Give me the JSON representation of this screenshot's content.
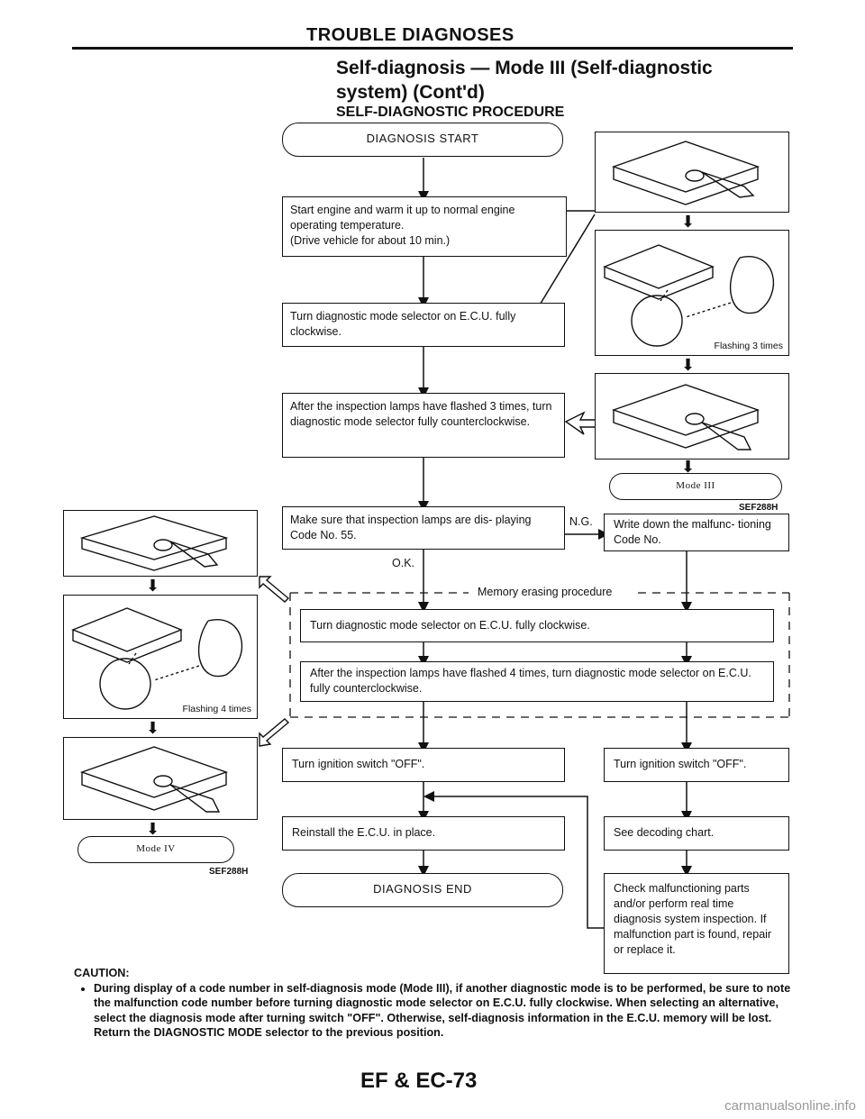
{
  "header": {
    "section": "TROUBLE DIAGNOSES"
  },
  "title": {
    "line1": "Self-diagnosis — Mode III (Self-diagnostic",
    "line2": "system) (Cont'd)"
  },
  "subtitle": "SELF-DIAGNOSTIC PROCEDURE",
  "flow": {
    "start": "DIAGNOSIS START",
    "step1": "Start engine and warm it up to normal engine operating temperature.",
    "step1_note": "(Drive vehicle for about 10 min.)",
    "step2": "Turn diagnostic mode selector on E.C.U. fully clockwise.",
    "step3": "After the inspection lamps have flashed 3 times, turn diagnostic mode selector fully counterclockwise.",
    "step4": "Make sure that inspection lamps are dis- playing Code No. 55.",
    "ng": "N.G.",
    "ok": "O.K.",
    "write_down": "Write down the malfunc- tioning Code No.",
    "memory_erasing": "Memory erasing procedure",
    "erase1": "Turn diagnostic mode selector on E.C.U. fully clockwise.",
    "erase2": "After the inspection lamps have flashed 4 times, turn diagnostic mode selector on E.C.U. fully counterclockwise.",
    "ign_off_left": "Turn ignition switch \"OFF\".",
    "ign_off_right": "Turn ignition switch \"OFF\".",
    "reinstall": "Reinstall the E.C.U. in place.",
    "decoding": "See decoding chart.",
    "end": "DIAGNOSIS END",
    "check": "Check malfunctioning parts and/or perform real time diagnosis system inspection. If malfunction part is found, repair or replace it."
  },
  "right_figure": {
    "flashing": "Flashing 3 times",
    "mode": "Mode III",
    "code": "SEF288H"
  },
  "left_figure": {
    "flashing": "Flashing 4 times",
    "mode": "Mode IV",
    "code": "SEF288H"
  },
  "caution": {
    "heading": "CAUTION:",
    "text": "During display of a code number in self-diagnosis mode (Mode III), if another diagnostic mode is to be performed, be sure to note the malfunction code number before turning diagnostic mode selector on E.C.U. fully clockwise. When selecting an alternative, select the diagnosis mode after turning switch \"OFF\". Otherwise, self-diagnosis information in the E.C.U. memory will be lost.",
    "text2": "Return the DIAGNOSTIC MODE selector to the previous position."
  },
  "footer": {
    "page": "EF & EC-73"
  },
  "watermark": "carmanualsonline.info"
}
